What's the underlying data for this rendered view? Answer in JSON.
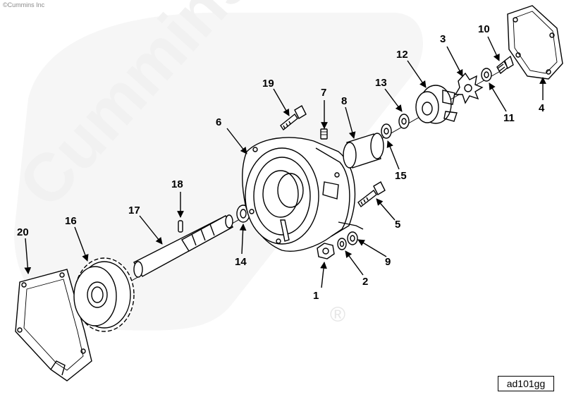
{
  "copyright": "©Cummins Inc",
  "watermark": "Cummins",
  "registered_mark": "®",
  "figure_id": "ad101gg",
  "callouts": {
    "c1": "1",
    "c2": "2",
    "c3": "3",
    "c4": "4",
    "c5": "5",
    "c6": "6",
    "c7": "7",
    "c8": "8",
    "c9": "9",
    "c10": "10",
    "c11": "11",
    "c12": "12",
    "c13": "13",
    "c14": "14",
    "c15": "15",
    "c16": "16",
    "c17": "17",
    "c18": "18",
    "c19": "19",
    "c20": "20"
  }
}
